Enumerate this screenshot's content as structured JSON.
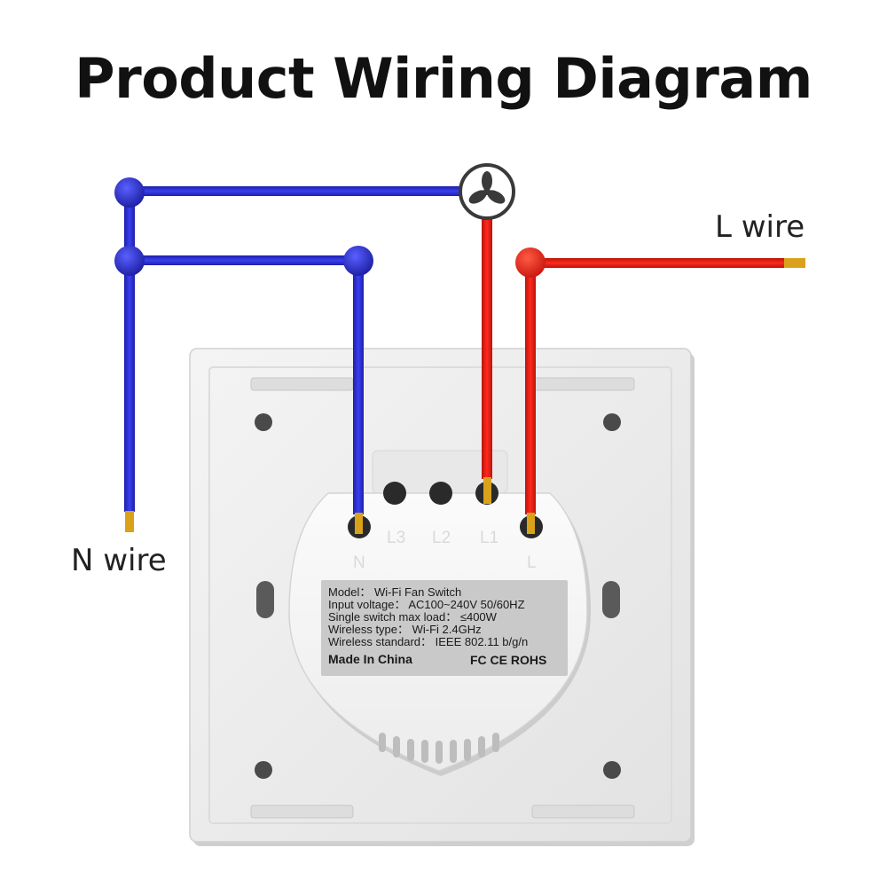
{
  "title": "Product Wiring Diagram",
  "labels": {
    "l_wire": "L wire",
    "n_wire": "N wire"
  },
  "terminals": {
    "l3": "L3",
    "l2": "L2",
    "l1": "L1",
    "n": "N",
    "l": "L"
  },
  "spec_label": {
    "model": "Model： Wi-Fi Fan Switch",
    "input_voltage": "Input voltage： AC100~240V  50/60HZ",
    "max_load": "Single switch max load： ≤400W",
    "wireless_type": "Wireless type： Wi-Fi 2.4GHz",
    "wireless_standard": "Wireless standard： IEEE 802.11 b/g/n",
    "made_in": "Made In China",
    "certs": "FC CE ROHS"
  },
  "colors": {
    "neutral_wire": "#2b2fd0",
    "live_wire": "#e11b12",
    "copper": "#d9a21a",
    "panel": "#ededed",
    "label_bg": "#c9c9c9"
  },
  "icons": {
    "fan": "fan-icon"
  }
}
